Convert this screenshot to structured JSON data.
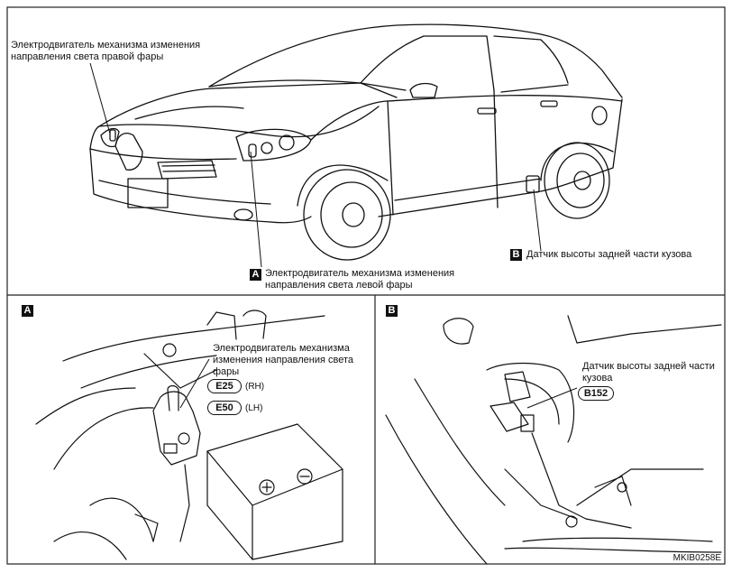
{
  "top_panel": {
    "label_right_motor": "Электродвигатель механизма изменения\nнаправления света правой фары",
    "marker_a": "A",
    "label_left_motor": "Электродвигатель механизма изменения\nнаправления света левой фары",
    "marker_b": "B",
    "label_rear_sensor": "Датчик высоты задней части кузова"
  },
  "panel_a": {
    "corner_tag": "A",
    "label_motor": "Электродвигатель механизма\nизменения направления света\nфары",
    "connector_1": "E25",
    "connector_1_side": "(RH)",
    "connector_2": "E50",
    "connector_2_side": "(LH)"
  },
  "panel_b": {
    "corner_tag": "B",
    "label_sensor": "Датчик высоты задней части\nкузова",
    "connector": "B152"
  },
  "figure_code": "MKIB0258E"
}
